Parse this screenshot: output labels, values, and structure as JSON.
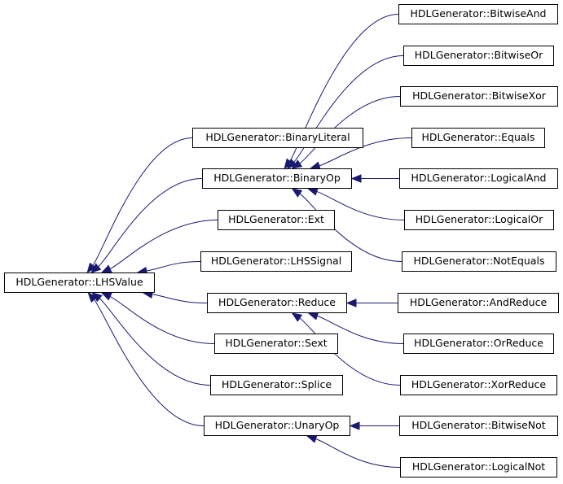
{
  "diagram": {
    "root": "HDLGenerator::LHSValue",
    "nodes": {
      "lhsvalue": "HDLGenerator::LHSValue",
      "binaryliteral": "HDLGenerator::BinaryLiteral",
      "binaryop": "HDLGenerator::BinaryOp",
      "ext": "HDLGenerator::Ext",
      "lhssignal": "HDLGenerator::LHSSignal",
      "reduce": "HDLGenerator::Reduce",
      "sext": "HDLGenerator::Sext",
      "splice": "HDLGenerator::Splice",
      "unaryop": "HDLGenerator::UnaryOp",
      "bitwiseand": "HDLGenerator::BitwiseAnd",
      "bitwiseor": "HDLGenerator::BitwiseOr",
      "bitwisexor": "HDLGenerator::BitwiseXor",
      "equals": "HDLGenerator::Equals",
      "logicaland": "HDLGenerator::LogicalAnd",
      "logicalor": "HDLGenerator::LogicalOr",
      "notequals": "HDLGenerator::NotEquals",
      "andreduce": "HDLGenerator::AndReduce",
      "orreduce": "HDLGenerator::OrReduce",
      "xorreduce": "HDLGenerator::XorReduce",
      "bitwisenot": "HDLGenerator::BitwiseNot",
      "logicalnot": "HDLGenerator::LogicalNot"
    },
    "inheritance": [
      [
        "binaryliteral",
        "lhsvalue"
      ],
      [
        "binaryop",
        "lhsvalue"
      ],
      [
        "ext",
        "lhsvalue"
      ],
      [
        "lhssignal",
        "lhsvalue"
      ],
      [
        "reduce",
        "lhsvalue"
      ],
      [
        "sext",
        "lhsvalue"
      ],
      [
        "splice",
        "lhsvalue"
      ],
      [
        "unaryop",
        "lhsvalue"
      ],
      [
        "bitwiseand",
        "binaryop"
      ],
      [
        "bitwiseor",
        "binaryop"
      ],
      [
        "bitwisexor",
        "binaryop"
      ],
      [
        "equals",
        "binaryop"
      ],
      [
        "logicaland",
        "binaryop"
      ],
      [
        "logicalor",
        "binaryop"
      ],
      [
        "notequals",
        "binaryop"
      ],
      [
        "andreduce",
        "reduce"
      ],
      [
        "orreduce",
        "reduce"
      ],
      [
        "xorreduce",
        "reduce"
      ],
      [
        "bitwisenot",
        "unaryop"
      ],
      [
        "logicalnot",
        "unaryop"
      ]
    ],
    "colors": {
      "edge": "#191970",
      "border": "#000000",
      "background": "#ffffff"
    }
  }
}
